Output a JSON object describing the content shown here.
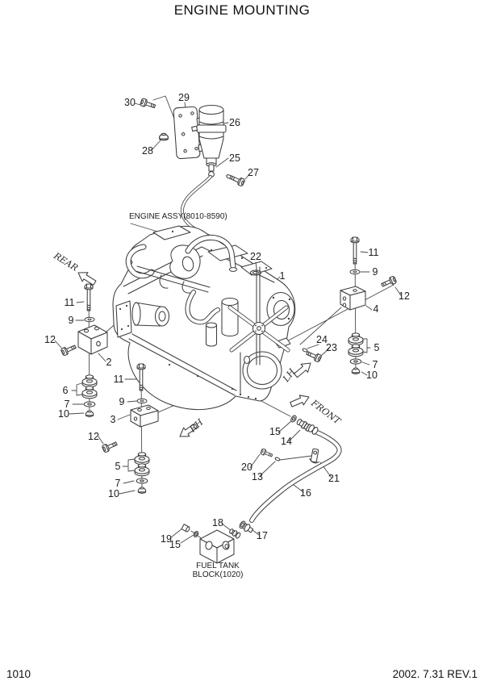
{
  "page": {
    "title": "ENGINE MOUNTING",
    "page_number": "1010",
    "revision": "2002. 7.31  REV.1"
  },
  "diagram": {
    "assembly_labels": {
      "engine": "ENGINE ASSY(8010-8590)",
      "fuel_tank_line1": "FUEL TANK",
      "fuel_tank_line2": "BLOCK(1020)"
    },
    "direction_arrows": [
      {
        "label": "REAR"
      },
      {
        "label": "LH"
      },
      {
        "label": "FRONT"
      },
      {
        "label": "RH"
      }
    ],
    "callouts": [
      {
        "number": "30"
      },
      {
        "number": "29"
      },
      {
        "number": "26"
      },
      {
        "number": "28"
      },
      {
        "number": "25"
      },
      {
        "number": "27"
      },
      {
        "number": "22"
      },
      {
        "number": "1"
      },
      {
        "number": "11"
      },
      {
        "number": "9"
      },
      {
        "number": "12"
      },
      {
        "number": "2"
      },
      {
        "number": "6"
      },
      {
        "number": "7"
      },
      {
        "number": "10"
      },
      {
        "number": "11"
      },
      {
        "number": "9"
      },
      {
        "number": "3"
      },
      {
        "number": "12"
      },
      {
        "number": "5"
      },
      {
        "number": "7"
      },
      {
        "number": "10"
      },
      {
        "number": "11"
      },
      {
        "number": "9"
      },
      {
        "number": "12"
      },
      {
        "number": "4"
      },
      {
        "number": "24"
      },
      {
        "number": "23"
      },
      {
        "number": "5"
      },
      {
        "number": "7"
      },
      {
        "number": "10"
      },
      {
        "number": "15"
      },
      {
        "number": "14"
      },
      {
        "number": "20"
      },
      {
        "number": "13"
      },
      {
        "number": "21"
      },
      {
        "number": "16"
      },
      {
        "number": "18"
      },
      {
        "number": "19"
      },
      {
        "number": "15"
      },
      {
        "number": "17"
      }
    ]
  }
}
